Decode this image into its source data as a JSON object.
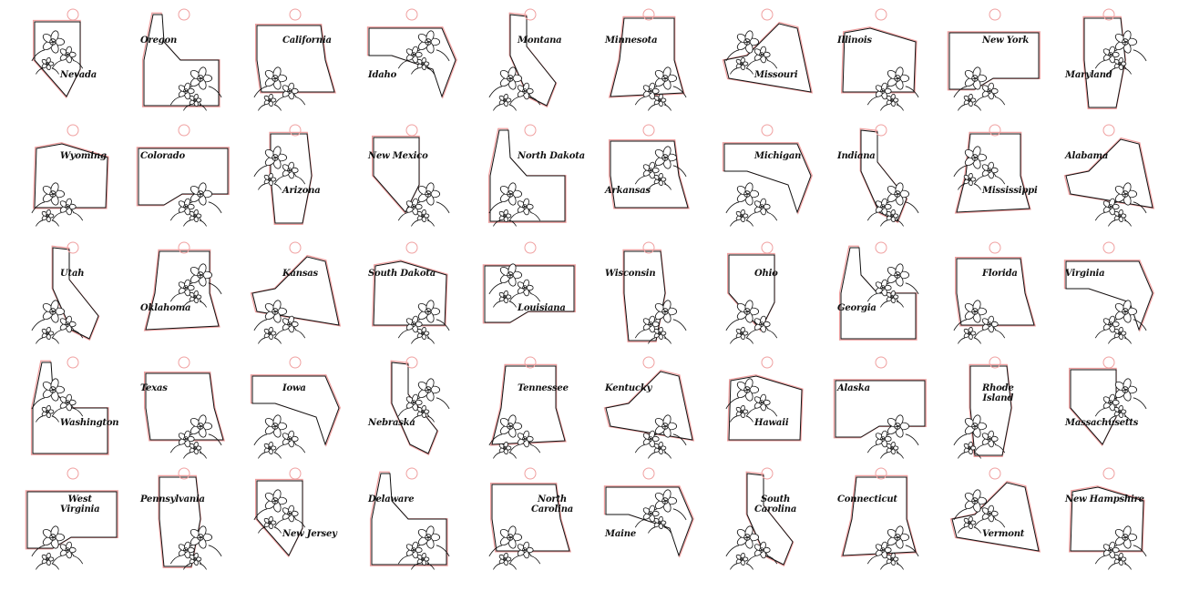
{
  "colors": {
    "outline": "#111111",
    "cut_line": "#f0a0a0",
    "background": "#ffffff"
  },
  "states": [
    "Nevada",
    "Oregon",
    "California",
    "Idaho",
    "Montana",
    "Minnesota",
    "Missouri",
    "Illinois",
    "New York",
    "Maryland",
    "Wyoming",
    "Colorado",
    "Arizona",
    "New Mexico",
    "North Dakota",
    "Arkansas",
    "Michigan",
    "Indiana",
    "Mississippi",
    "Alabama",
    "Utah",
    "Oklahoma",
    "Kansas",
    "South Dakota",
    "Louisiana",
    "Wisconsin",
    "Ohio",
    "Georgia",
    "Florida",
    "Virginia",
    "Washington",
    "Texas",
    "Iowa",
    "Nebraska",
    "Tennessee",
    "Kentucky",
    "Hawaii",
    "Alaska",
    "Rhode\nIsland",
    "Massachusetts",
    "West\nVirginia",
    "Pennsylvania",
    "New Jersey",
    "Delaware",
    "North Carolina",
    "Maine",
    "South\nCarolina",
    "Connecticut",
    "Vermont",
    "New Hampshire"
  ]
}
